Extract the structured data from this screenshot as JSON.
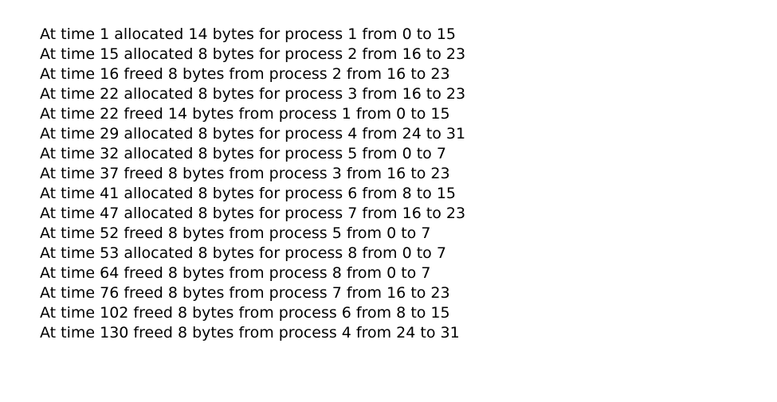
{
  "log": {
    "lines": [
      "At time 1 allocated 14 bytes for process 1 from 0 to 15",
      "At time 15 allocated 8 bytes for process 2 from 16 to 23",
      "At time 16 freed 8 bytes from process 2 from 16 to 23",
      "At time 22 allocated 8 bytes for process 3 from 16 to 23",
      "At time 22 freed 14 bytes from process 1 from 0 to 15",
      "At time 29 allocated 8 bytes for process 4 from 24 to 31",
      "At time 32 allocated 8 bytes for process 5 from 0 to 7",
      "At time 37 freed 8 bytes from process 3 from 16 to 23",
      "At time 41 allocated 8 bytes for process 6 from 8 to 15",
      "At time 47 allocated 8 bytes for process 7 from 16 to 23",
      "At time 52 freed 8 bytes from process 5 from 0 to 7",
      "At time 53 allocated 8 bytes for process 8 from 0 to 7",
      "At time 64 freed 8 bytes from process 8 from 0 to 7",
      "At time 76 freed 8 bytes from process 7 from 16 to 23",
      "At time 102 freed 8 bytes from process 6 from 8 to 15",
      "At time 130 freed 8 bytes from process 4 from 24 to 31"
    ]
  }
}
